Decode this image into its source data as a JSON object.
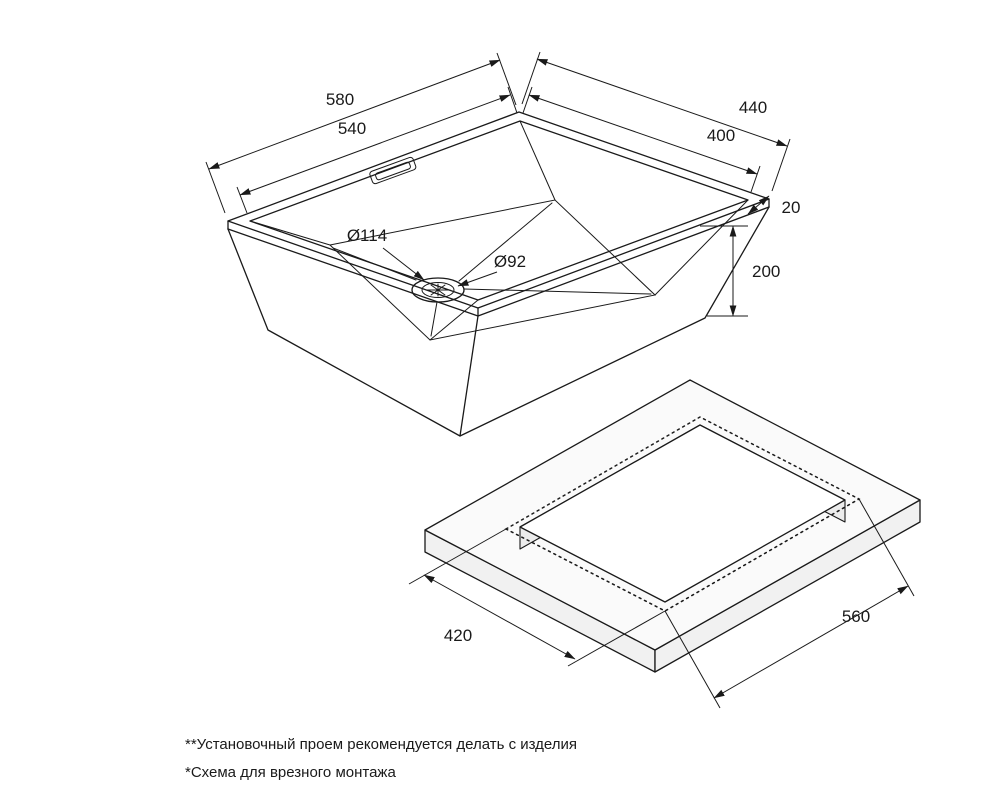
{
  "sink_view": {
    "dims": {
      "outer_length": "580",
      "inner_length": "540",
      "outer_width": "440",
      "inner_width": "400",
      "rim": "20",
      "depth": "200",
      "drain_outer": "Ø114",
      "drain_inner": "Ø92"
    }
  },
  "cutout_view": {
    "dims": {
      "width": "420",
      "length": "560"
    }
  },
  "footnotes": {
    "line1": "**Установочный проем рекомендуется делать с изделия",
    "line2": "*Схема для врезного монтажа"
  },
  "colors": {
    "line": "#1a1a1a",
    "background": "#ffffff"
  }
}
